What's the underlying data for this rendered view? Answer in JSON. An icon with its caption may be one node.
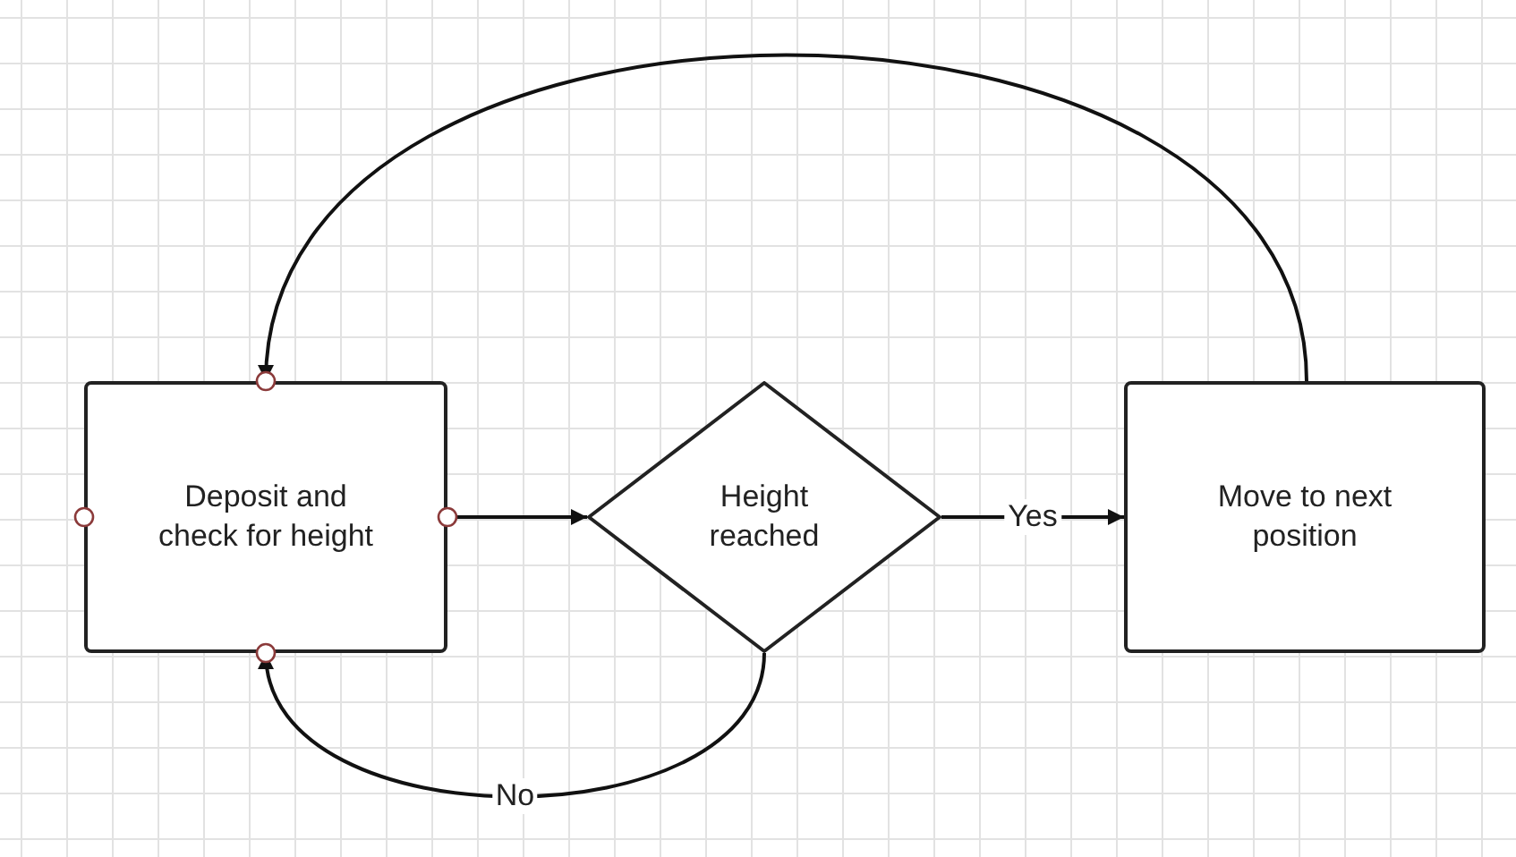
{
  "diagram": {
    "nodes": [
      {
        "text": [
          "Deposit and check for height"
        ]
      },
      {
        "text": [
          "Height reached"
        ]
      },
      {
        "text": [
          "Move to next position"
        ]
      }
    ],
    "edges": [
      {
        "from": 0,
        "to": 1,
        "arrow": "to"
      },
      {
        "from": 1,
        "to": 2,
        "arrow": "to",
        "label": "Yes"
      },
      {
        "from": 2,
        "to": 0,
        "arrow": "to"
      },
      {
        "from": 1,
        "to": 0,
        "arrow": "to",
        "label": "No"
      }
    ]
  }
}
